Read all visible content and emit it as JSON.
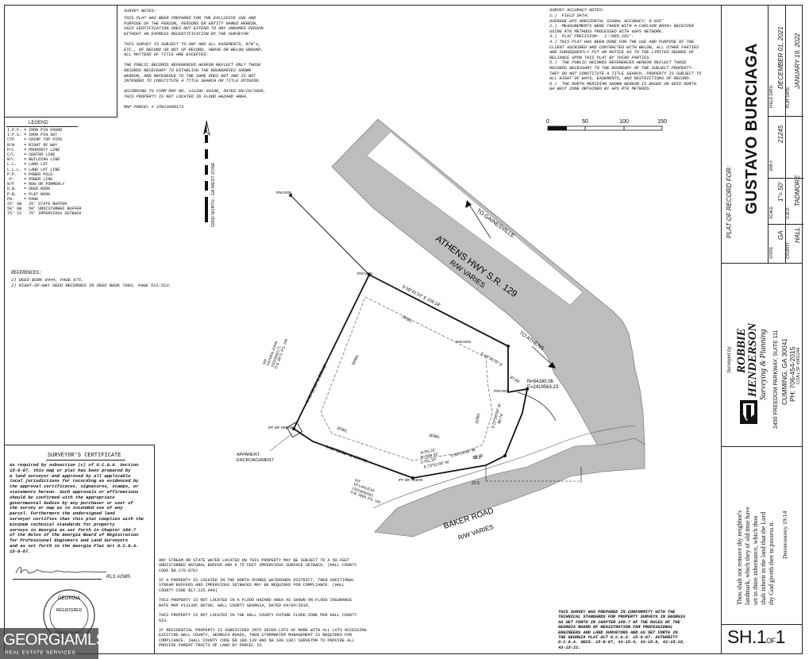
{
  "survey_notes": {
    "heading": "SURVEY NOTES:",
    "lines": [
      "THIS PLAT HAS BEEN PREPARED FOR THE EXCLUSIVE USE AND",
      "PURPOSE OF THE PERSON, PERSONS OR ENTITY NAMED HEREON,",
      "SAID CERTIFICATION DOES NOT EXTEND TO ANY UNNAMED PERSON",
      "WITHOUT AN EXPRESS RECERTIFICATION BY THE SURVEYOR.",
      "",
      "THIS SURVEY IS SUBJECT TO ANY AND ALL EASEMENTS, R/W's,",
      "ETC., OF RECORD OR NOT OF RECORD, ABOVE OR BELOW GROUND.",
      "ALL MATTERS OF TITLE ARE EXCEPTED.",
      "",
      "THE PUBLIC RECORDS REFERENCED HEREON REFLECT ONLY THOSE",
      "RECORDS NECESSARY TO ESTABLISH THE BOUNDARIES SHOWN",
      "HEREON, AND REFERENCE TO THE SAME DOES NOT AND IS NOT",
      "INTENDED TO CONSTITUTE A TITLE SEARCH OR TITLE OPINION.",
      "",
      "ACCORDING TO FIRM MAP NO. 13139C 0310E, DATED 09/29/2006,",
      "THIS PROPERTY IS NOT LOCATED IN FLOOD HAZARD AREA.",
      "",
      "MAP PARCEL # 15023000173"
    ]
  },
  "accuracy_notes": {
    "heading": "SURVEY ACCURACY NOTES:",
    "lines": [
      "1.)  FIELD DATA:",
      "AVERAGE GPS HORIZONTAL SIGNAL ACCURACY: 0.035'",
      "2.)  MEASUREMENTS WERE TAKEN WITH A CARLSON BRX6+ RECEIVER",
      "USING RTK METHODS PROCESSED WITH eGPS NETWORK.",
      "3.)  PLAT PRECISION:  1'/965,281'.",
      "4.) THIS PLAT HAS BEEN DONE FOR THE USE AND PURPOSE OF THE",
      "CLIENT ASCRIBED AND CONTRACTED WITH BELOW, ALL OTHER PARTIES",
      "ARE SUBSEQUENTLY PUT ON NOTICE AS TO THE LIMITED DEGREE OF",
      "RELIANCE UPON THIS PLAT BY THIRD PARTIES.",
      "5.)  THE PUBLIC RECORDS REFERENCED HEREON REFLECT THOSE",
      "RECORDS NECESSARY TO THE BOUNDARY OF THE SUBJECT PROPERTY.",
      "THEY DO NOT CONSTITUTE A TITLE SEARCH. PROPERTY IS SUBJECT TO",
      "ALL RIGHT OF WAYS, EASEMENTS, AND RESTRICTIONS OF RECORD.",
      "6.)  THE NORTH MERIDIAN SHOWN HEREON IS BASED ON GRID NORTH",
      "GA WEST ZONE OBTAINED BY GPS RTK METHODS."
    ]
  },
  "scale_bar": {
    "ticks": [
      "0",
      "50",
      "100",
      "150"
    ]
  },
  "legend": {
    "heading": "LEGEND",
    "items": [
      "I.P.F. = IRON PIN FOUND",
      "I.P.S. = IRON PIN SET",
      "CTP    = CRIMP TOP PIPE",
      "R/W    = RIGHT OF WAY",
      "P/L    = PROPERTY LINE",
      "C/L    = CENTER LINE",
      "B/L    = BUILDING LINE",
      "L.L.   = LAND LOT",
      "L.L.L. = LAND LOT LINE",
      "P.P.   = POWER POLE",
      "-P-    = POWER LINE",
      "N/F    = NOW OR FORMERLY",
      "D.B.   = DEED BOOK",
      "P.B.   = PLAT BOOK",
      "PG.    = PAGE",
      "25' SB   25' STATE BUFFER",
      "50' UB   50' UNDISTURBED BUFFER",
      "75' IS   75' IMPERVIOUS SETBACK"
    ]
  },
  "north_arrow": {
    "label": "GRID NORTH - GA WEST ZONE"
  },
  "references": {
    "heading": "REFERENCES:",
    "lines": [
      "1) DEED BOOK 8444, PAGE 675.",
      "2) RIGHT-OF-WAY DEED RECORDED IN DEED BOOK 7093, PAGE 521-523."
    ]
  },
  "map": {
    "road_main": "ATHENS HWY S.R. 129",
    "road_main_rw": "R/W VARIES",
    "to_gainesville": "TO GAINESVILLE",
    "to_athens": "TO ATHENS",
    "road_baker": "BAKER ROAD",
    "road_baker_rw": "R/W VARIES",
    "coords_n": "N=54160.06",
    "coords_e": "E=2419563.23",
    "bearing_top": "S 59°41'10\" E   159.18'",
    "bearing_west": "N 31°12'12\" E   233.63'",
    "bearing_ne": "S 44°35'25\" E",
    "bearing_ne_dist": "87.84'",
    "bearing_east": "S 22°05'04\" W",
    "bearing_east_dist": "90.74'",
    "bearing_south": "N 69°33'32\" W   197.76'",
    "bearing_se": "S 69°23'35\" W",
    "bearing_se_dist": "57.15'",
    "curve_a": "A=51.21'",
    "curve_r": "R=309.32'",
    "curve_c": "C=51.15'",
    "curve_cb": "S 73°51'00\" W",
    "bl_top": "20'B/L",
    "bl_left": "50'B/L",
    "bl_right": "20'B/L",
    "bl_bottom": "20'B/L",
    "bl_bottom2": "30'B/L",
    "rw_mon_1": "R/W MON.",
    "rw_mon_2": "R/W MON.",
    "rw_mon_3": "R/W MON.",
    "rw_mon_4": "R/W MON.",
    "ipf_label": "IPF 3/8\" REBAR",
    "ips_label": "IPF 3/8\" REBAR",
    "encroach": "APPARENT\nENCROACHMENT",
    "nf_west": "N/F\nHAYDEN JOHN\n15023000171\nD.B. 8875, PG. 189",
    "nf_south": "N/F\nVILLANUEVA\n15023000063\nD.B. 3968, PG. 194",
    "dim_small": "22.5'",
    "dim_small2": "38.2'"
  },
  "certificate": {
    "heading": "SURVEYOR'S CERTIFICATE",
    "lines": [
      "As required by subsection (c) of O.C.G.A. Section",
      "15-6-67, this map or plat has been prepared by",
      "a land surveyor and approved by all applicable",
      "local jurisdictions for recording as evidenced by",
      "the approval certificates, signatures, stamps, or",
      "statements hereon. Such approvals or affirmations",
      "should be confirmed with the appropriate",
      "governmental bodies by any purchaser or user of",
      "the survey or map as to intended use of any",
      "parcel. Furthermore the undersigned land",
      "surveyor certifies that this plat complies with the",
      "minimum technical standards for property",
      "surveys in Georgia as set forth in Chapter 180-7",
      "of the Rules of the Georgia Board of Registration",
      "for Professional Engineers and Land Surveyors",
      "and as set forth in the Georgia Plat Act O.C.G.A.",
      "15-6-67."
    ],
    "rls": "RLS #2985",
    "seal_top": "GEORGIA",
    "seal_mid": "REGISTERED",
    "seal_bottom": "PROFESSIONAL"
  },
  "bottom_notes": {
    "lines": [
      "ANY STREAM OR STATE WATER LOCATED ON THIS PROPERTY MAY BE SUBJECT TO A 50 FEET",
      "UNDISTURBED NATURAL BUFFER AND A 75 FEET IMPERVIOUS SURFACE SETBACK. (HALL COUNTY",
      "CODE $8.170.070)",
      "",
      "IF A PROPERTY IS LOCATED IN THE NORTH OCONEE WATERSHED DISTRICT, THEN ADDITIONAL",
      "STREAM BUFFERS AND IMPERVIOUS SETBACKS MAY BE REQUIRED FOR COMPLIANCE. (HALL",
      "COUNTY CODE $17.225.040)",
      "",
      "THIS PROPERTY IS NOT LOCATED IN A FLOOD HAZARD AREA AS SHOWN ON FLOOD INSURANCE",
      "RATE MAP #13139C 0070D, HALL COUNTY GEORGIA, DATED 04/04/2018.",
      "",
      "THIS PROPERTY IS NOT LOCATED IN THE HALL COUNTY FUTURE FLOOD ZONE PER HALL COUNTY",
      "GIS.",
      "",
      "IF RESIDENTIAL PROPERTY IS SUBDIVIDED INTO SEVEN LOTS OF MORE WITH ALL LOTS ACCESSING",
      "EXISTING HALL COUNTY, GEORGIA ROADS, THEN STORMWATER MANAGEMENT IS REQUIRED FOR",
      "COMPLIANCE. (HALL COUNTY CODE $8.180.120 AND $8.180.130) SURVEYOR TO PROVIDE ALL",
      "PROVIDE PARENT TRACTS OF LAND BY PARCEL ID."
    ]
  },
  "conformity": {
    "lines": [
      "THIS SURVEY WAS PREPARED IN CONFORMITY WITH THE",
      "TECHNICAL STANDARDS FOR PROPERTY SURVEYS IN GEORGIA",
      "AS SET FORTH IN CHAPTER 180-7 OF THE RULES OF THE",
      "GEORGIA BOARD OF REGISTRATION FOR PROFESSIONAL",
      "ENGINEERS AND LAND SURVEYORS AND AS SET FORTH IN",
      "THE GEORGIA PLAT ACT O.C.G.A. 15-6-67. AUTHORITY",
      "O.C.G.A. SECS. 15-6-67, 43-15-4, 43-15-6, 43-15-19,",
      "43-15-22."
    ]
  },
  "title_block": {
    "plat_for": "PLAT OF RECORD FOR:",
    "client": "GUSTAVO BURCIAGA",
    "state_label": "STATE",
    "state": "GA",
    "county_label": "COUNTY",
    "county": "HALL",
    "scale_label": "SCALE",
    "scale": "1\"= 50'",
    "gmd_label": "G.M.D.",
    "gmd": "TADMORE",
    "job_label": "JOB #",
    "job": "21245",
    "field_date_label": "FIELD DATE:",
    "field_date": "DECEMBER 01, 2021",
    "plat_date_label": "PLAT DATE:",
    "plat_date": "JANUARY 19, 2022",
    "surveyed_by": "Surveyed by:",
    "firm_name_1": "ROBBIE",
    "firm_name_2": "HENDERSON",
    "firm_tag": "Surveying & Planning",
    "address_1": "2450 FREEDOM PARKWAY, SUITE 111",
    "address_2": "CUMMING, GA 30041",
    "phone": "PH: 706-454-2015",
    "coa": "COA LSF #001244",
    "verse_lines": [
      "Thou shalt not remove thy neighbor's",
      "landmark, which they of old time have",
      "set in thine inheritance, which thou",
      "shalt inherit in the land that the Lord",
      "thy God giveth thee to possess it."
    ],
    "verse_ref": "Deuteronomy 19:14",
    "sheet_main": "SH.1",
    "sheet_of": "OF",
    "sheet_total": "1"
  },
  "watermark": {
    "brand": "GEORGIAMLS",
    "sub": "REAL ESTATE SERVICES"
  }
}
